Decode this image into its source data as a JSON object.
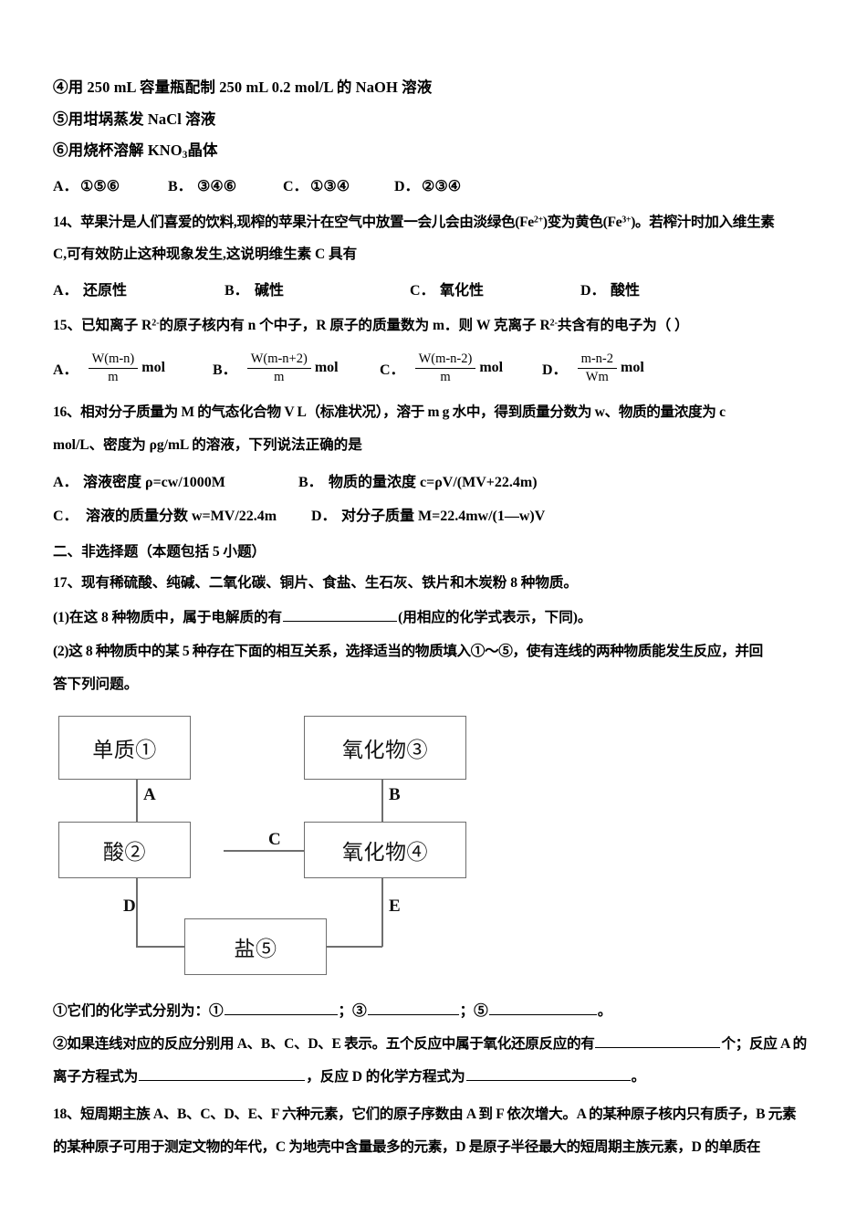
{
  "document": {
    "type": "chemistry-exam-paper",
    "language": "zh-CN"
  },
  "q13_tail": {
    "item4": "④用 250 mL 容量瓶配制 250 mL 0.2 mol/L 的 NaOH 溶液",
    "item5": "⑤用坩埚蒸发 NaCl 溶液",
    "item6_pre": "⑥用烧杯溶解 KNO",
    "item6_sub": "3",
    "item6_post": "晶体",
    "options": [
      {
        "label": "A．",
        "text": "①⑤⑥"
      },
      {
        "label": "B．",
        "text": "③④⑥"
      },
      {
        "label": "C．",
        "text": "①③④"
      },
      {
        "label": "D．",
        "text": "②③④"
      }
    ]
  },
  "q14": {
    "stem_line1_a": "14、苹果汁是人们喜爱的饮料,现榨的苹果汁在空气中放置一会儿会由淡绿色(Fe",
    "stem_line1_sup1": "2+",
    "stem_line1_b": ")变为黄色(Fe",
    "stem_line1_sup2": "3+",
    "stem_line1_c": ")。若榨汁时加入维生素",
    "stem_line2": "C,可有效防止这种现象发生,这说明维生素 C 具有",
    "options": [
      {
        "label": "A．",
        "text": "还原性"
      },
      {
        "label": "B．",
        "text": "碱性"
      },
      {
        "label": "C．",
        "text": "氧化性"
      },
      {
        "label": "D．",
        "text": "酸性"
      }
    ]
  },
  "q15": {
    "stem_a": "15、已知离子 R",
    "stem_sup1": "2-",
    "stem_b": "的原子核内有 n 个中子，R 原子的质量数为 m．则 W 克离子 R",
    "stem_sup2": "2-",
    "stem_c": "共含有的电子为（  ）",
    "options": [
      {
        "label": "A．",
        "num": "W(m-n)",
        "den": "m",
        "unit": "mol"
      },
      {
        "label": "B．",
        "num": "W(m-n+2)",
        "den": "m",
        "unit": "mol"
      },
      {
        "label": "C．",
        "num": "W(m-n-2)",
        "den": "m",
        "unit": "mol"
      },
      {
        "label": "D．",
        "num": "m-n-2",
        "den": "Wm",
        "unit": "mol"
      }
    ]
  },
  "q16": {
    "stem_line1": "16、相对分子质量为 M 的气态化合物 V L（标准状况），溶于 m g 水中，得到质量分数为 w、物质的量浓度为 c",
    "stem_line2": "mol/L、密度为 ρg/mL 的溶液，下列说法正确的是",
    "options_line1": [
      {
        "label": "A．",
        "text": "溶液密度 ρ=cw/1000M"
      },
      {
        "label": "B．",
        "text": "物质的量浓度 c=ρV/(MV+22.4m)"
      }
    ],
    "options_line2": [
      {
        "label": "C．",
        "text": "溶液的质量分数 w=MV/22.4m"
      },
      {
        "label": "D．",
        "text": "对分子质量 M=22.4mw/(1—w)V"
      }
    ]
  },
  "section2": {
    "heading": "二、非选择题（本题包括 5 小题）"
  },
  "q17": {
    "stem": "17、现有稀硫酸、纯碱、二氧化碳、铜片、食盐、生石灰、铁片和木炭粉 8 种物质。",
    "part1_a": "(1)在这 8 种物质中，属于电解质的有",
    "part1_b": "(用相应的化学式表示，下同)。",
    "part2_line1": "(2)这 8 种物质中的某 5 种存在下面的相互关系，选择适当的物质填入①～⑤，使有连线的两种物质能发生反应，并回",
    "part2_line2": "答下列问题。",
    "diagram": {
      "boxes": [
        {
          "id": "box1",
          "label": "单质①"
        },
        {
          "id": "box3",
          "label": "氧化物③"
        },
        {
          "id": "box2",
          "label": "酸②"
        },
        {
          "id": "box4",
          "label": "氧化物④"
        },
        {
          "id": "box5",
          "label": "盐⑤"
        }
      ],
      "edges": [
        {
          "id": "edgeA",
          "label": "A",
          "from": "单质①",
          "to": "酸②"
        },
        {
          "id": "edgeB",
          "label": "B",
          "from": "氧化物③",
          "to": "氧化物④"
        },
        {
          "id": "edgeC",
          "label": "C",
          "from": "酸②",
          "to": "氧化物④"
        },
        {
          "id": "edgeD",
          "label": "D",
          "from": "酸②",
          "to": "盐⑤"
        },
        {
          "id": "edgeE",
          "label": "E",
          "from": "氧化物④",
          "to": "盐⑤"
        }
      ]
    },
    "sub1_a": "①它们的化学式分别为：①",
    "sub1_b": "；③",
    "sub1_c": "；⑤",
    "sub1_d": "。",
    "sub2_a": "②如果连线对应的反应分别用 A、B、C、D、E 表示。五个反应中属于氧化还原反应的有",
    "sub2_b": "个；反应 A 的",
    "sub2_line2_a": "离子方程式为",
    "sub2_line2_b": "，反应 D 的化学方程式为",
    "sub2_line2_c": "。"
  },
  "q18": {
    "stem_line1": "18、短周期主族 A、B、C、D、E、F 六种元素，它们的原子序数由 A 到 F 依次增大。A 的某种原子核内只有质子，B 元素",
    "stem_line2": "的某种原子可用于测定文物的年代，C 为地壳中含量最多的元素，D 是原子半径最大的短周期主族元素，D 的单质在"
  }
}
